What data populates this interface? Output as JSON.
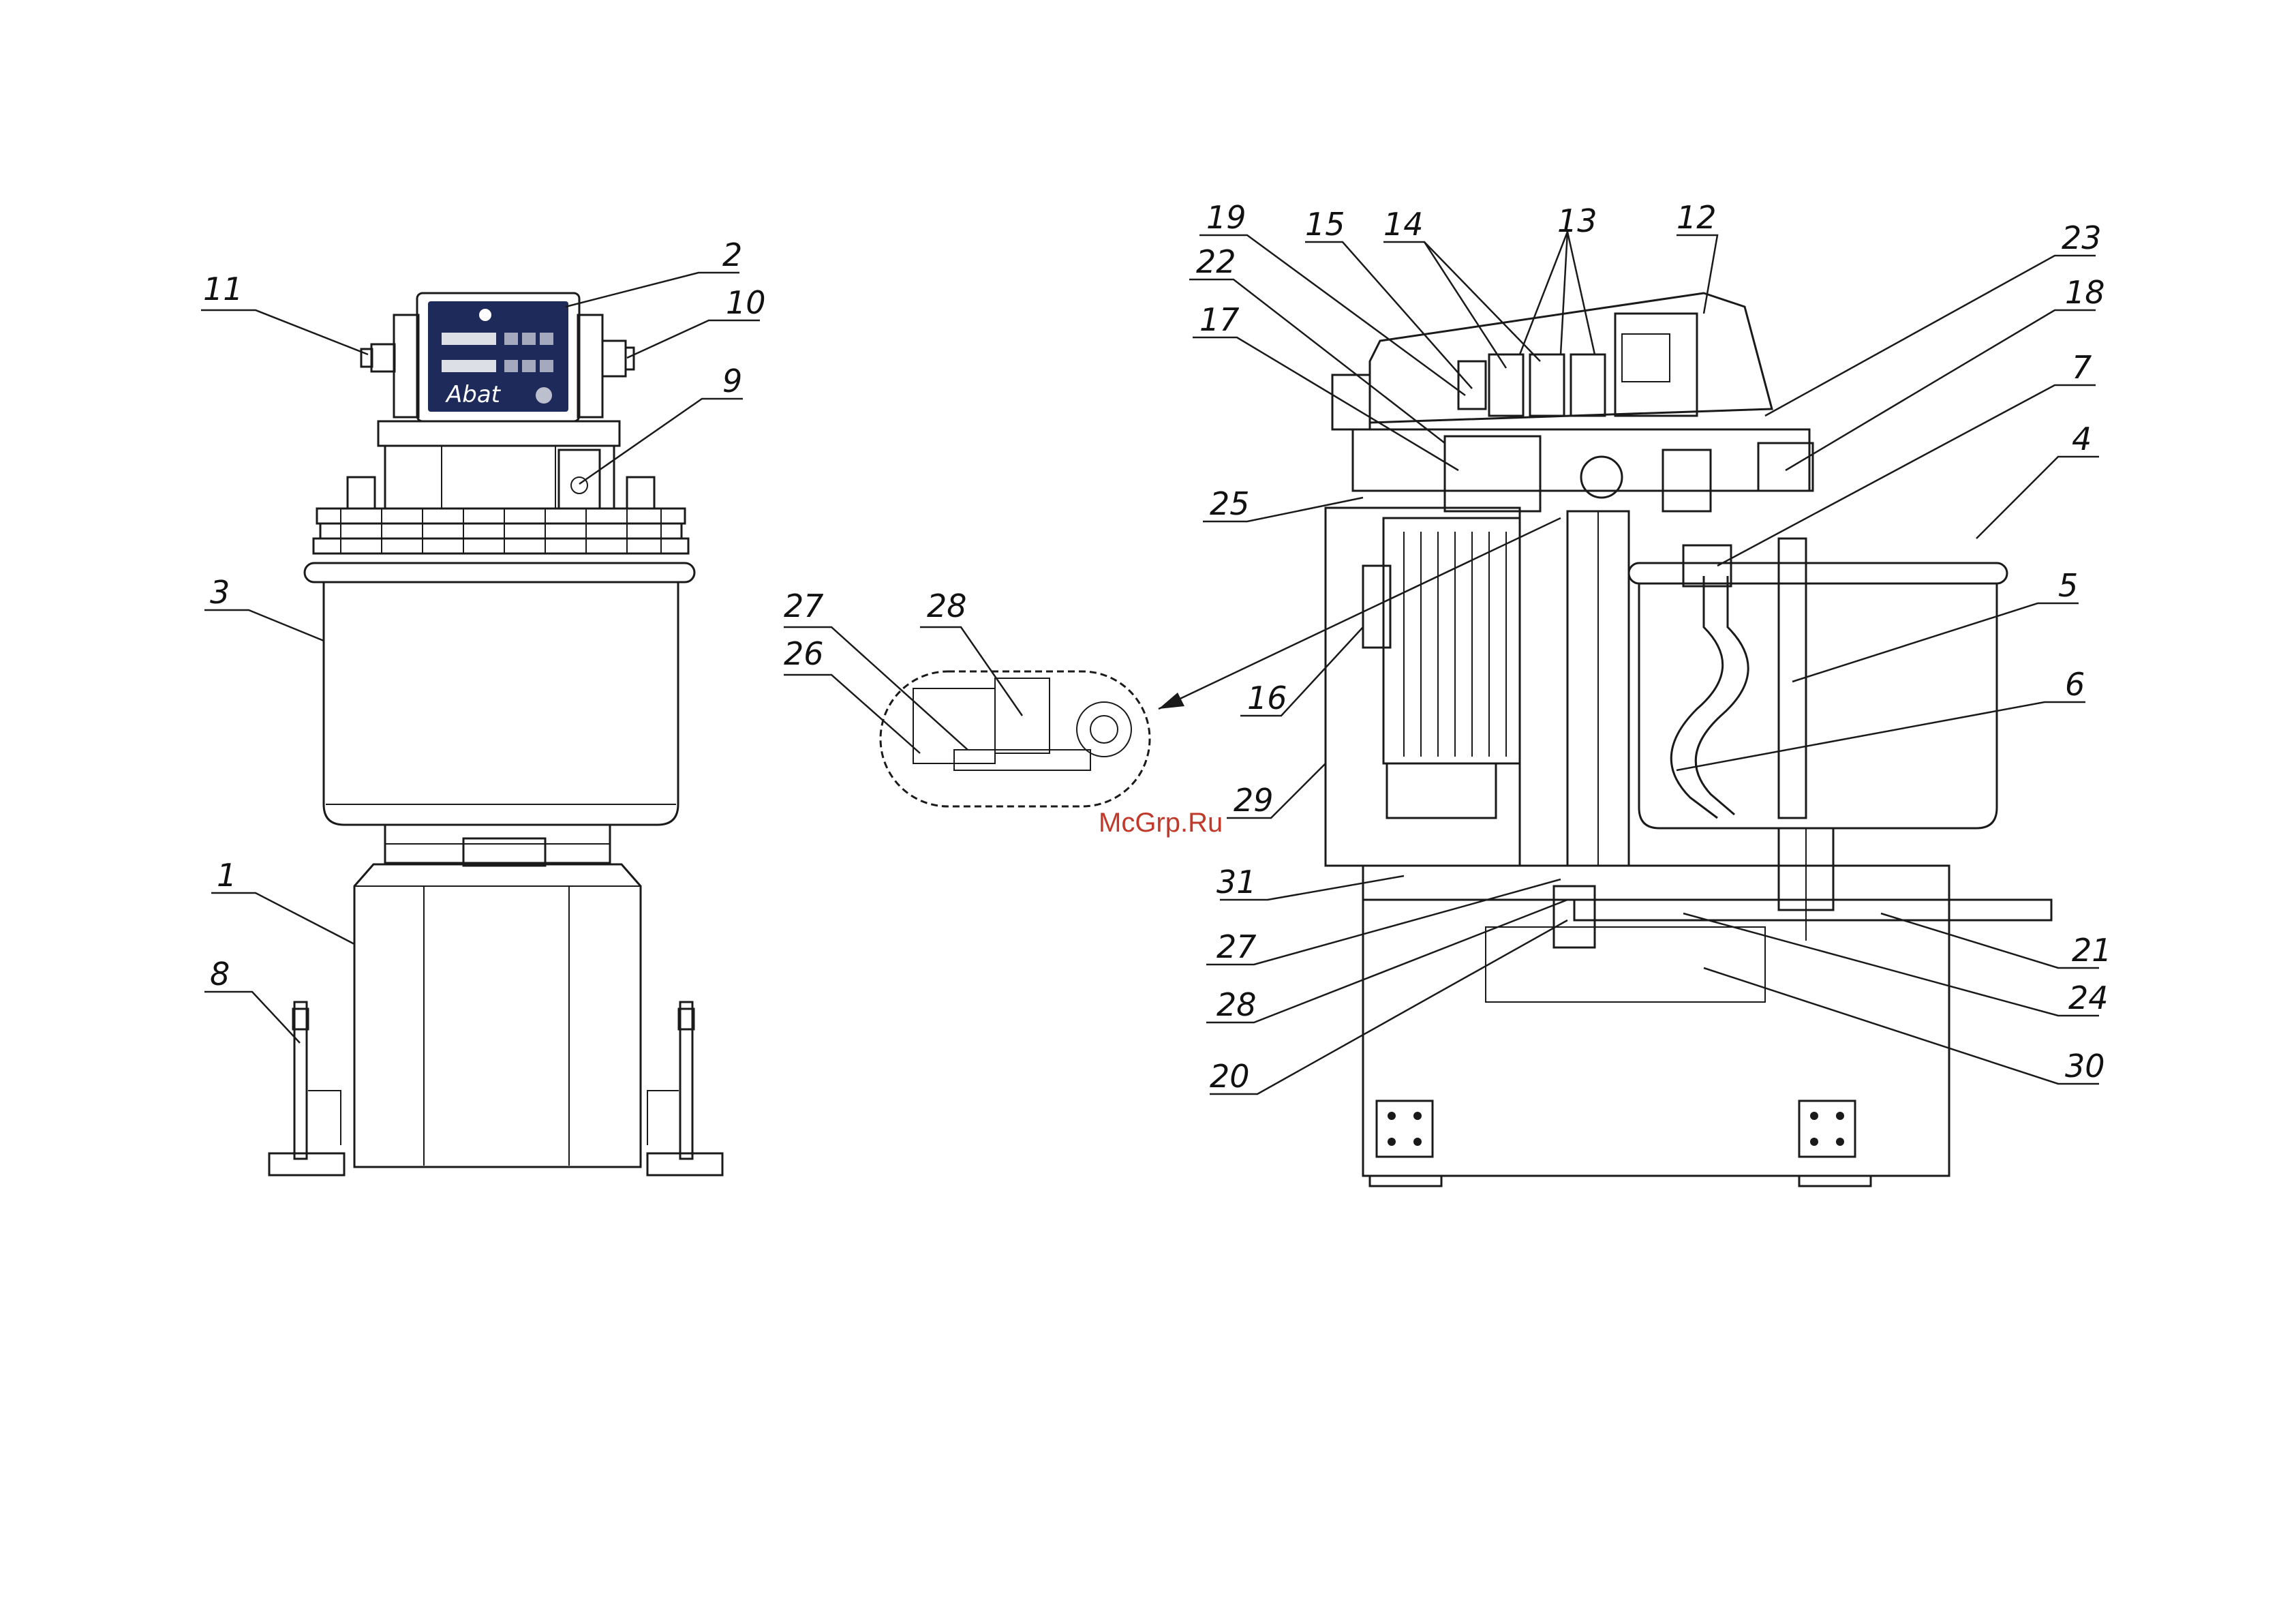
{
  "watermark": "McGrp.Ru",
  "control_panel": {
    "brand": "Abat"
  },
  "callouts": {
    "c1": "1",
    "c2": "2",
    "c3": "3",
    "c4": "4",
    "c5": "5",
    "c6": "6",
    "c7": "7",
    "c8": "8",
    "c9": "9",
    "c10": "10",
    "c11": "11",
    "c12": "12",
    "c13": "13",
    "c14": "14",
    "c15": "15",
    "c16": "16",
    "c17": "17",
    "c18": "18",
    "c19": "19",
    "c20": "20",
    "c21": "21",
    "c22": "22",
    "c23": "23",
    "c24": "24",
    "c25": "25",
    "c26": "26",
    "c27": "27",
    "c28": "28",
    "c29": "29",
    "c30": "30",
    "c31": "31",
    "d27": "27",
    "d28": "28"
  },
  "colors": {
    "line": "#1a1a1a",
    "panel": "#1e2a5a",
    "watermark": "#c0392b"
  }
}
